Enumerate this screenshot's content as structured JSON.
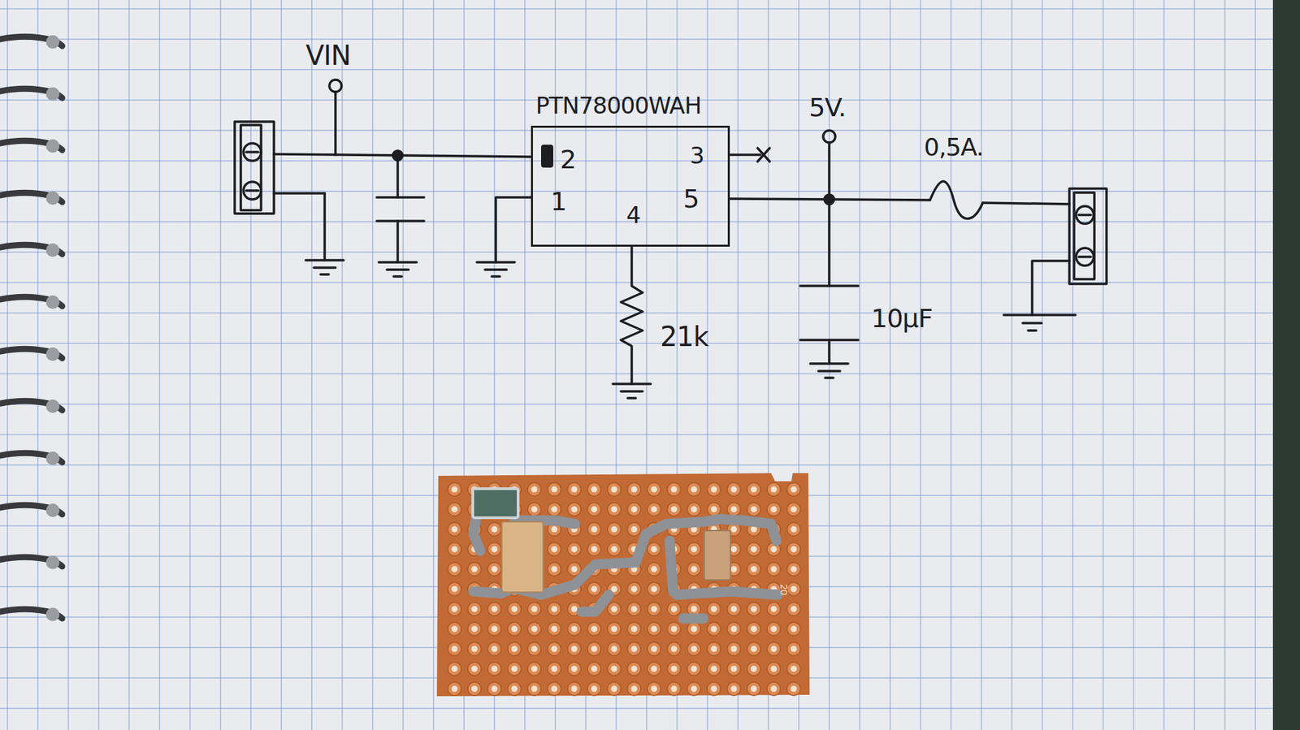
{
  "diagram": {
    "nodes": [
      {
        "text": [
          "PTN78000WAH",
          "2",
          "3",
          "1",
          "4",
          "5"
        ]
      }
    ],
    "labels": [
      "VIN",
      "5V.",
      "0,5A.",
      "21k",
      "10µF",
      "20"
    ]
  }
}
